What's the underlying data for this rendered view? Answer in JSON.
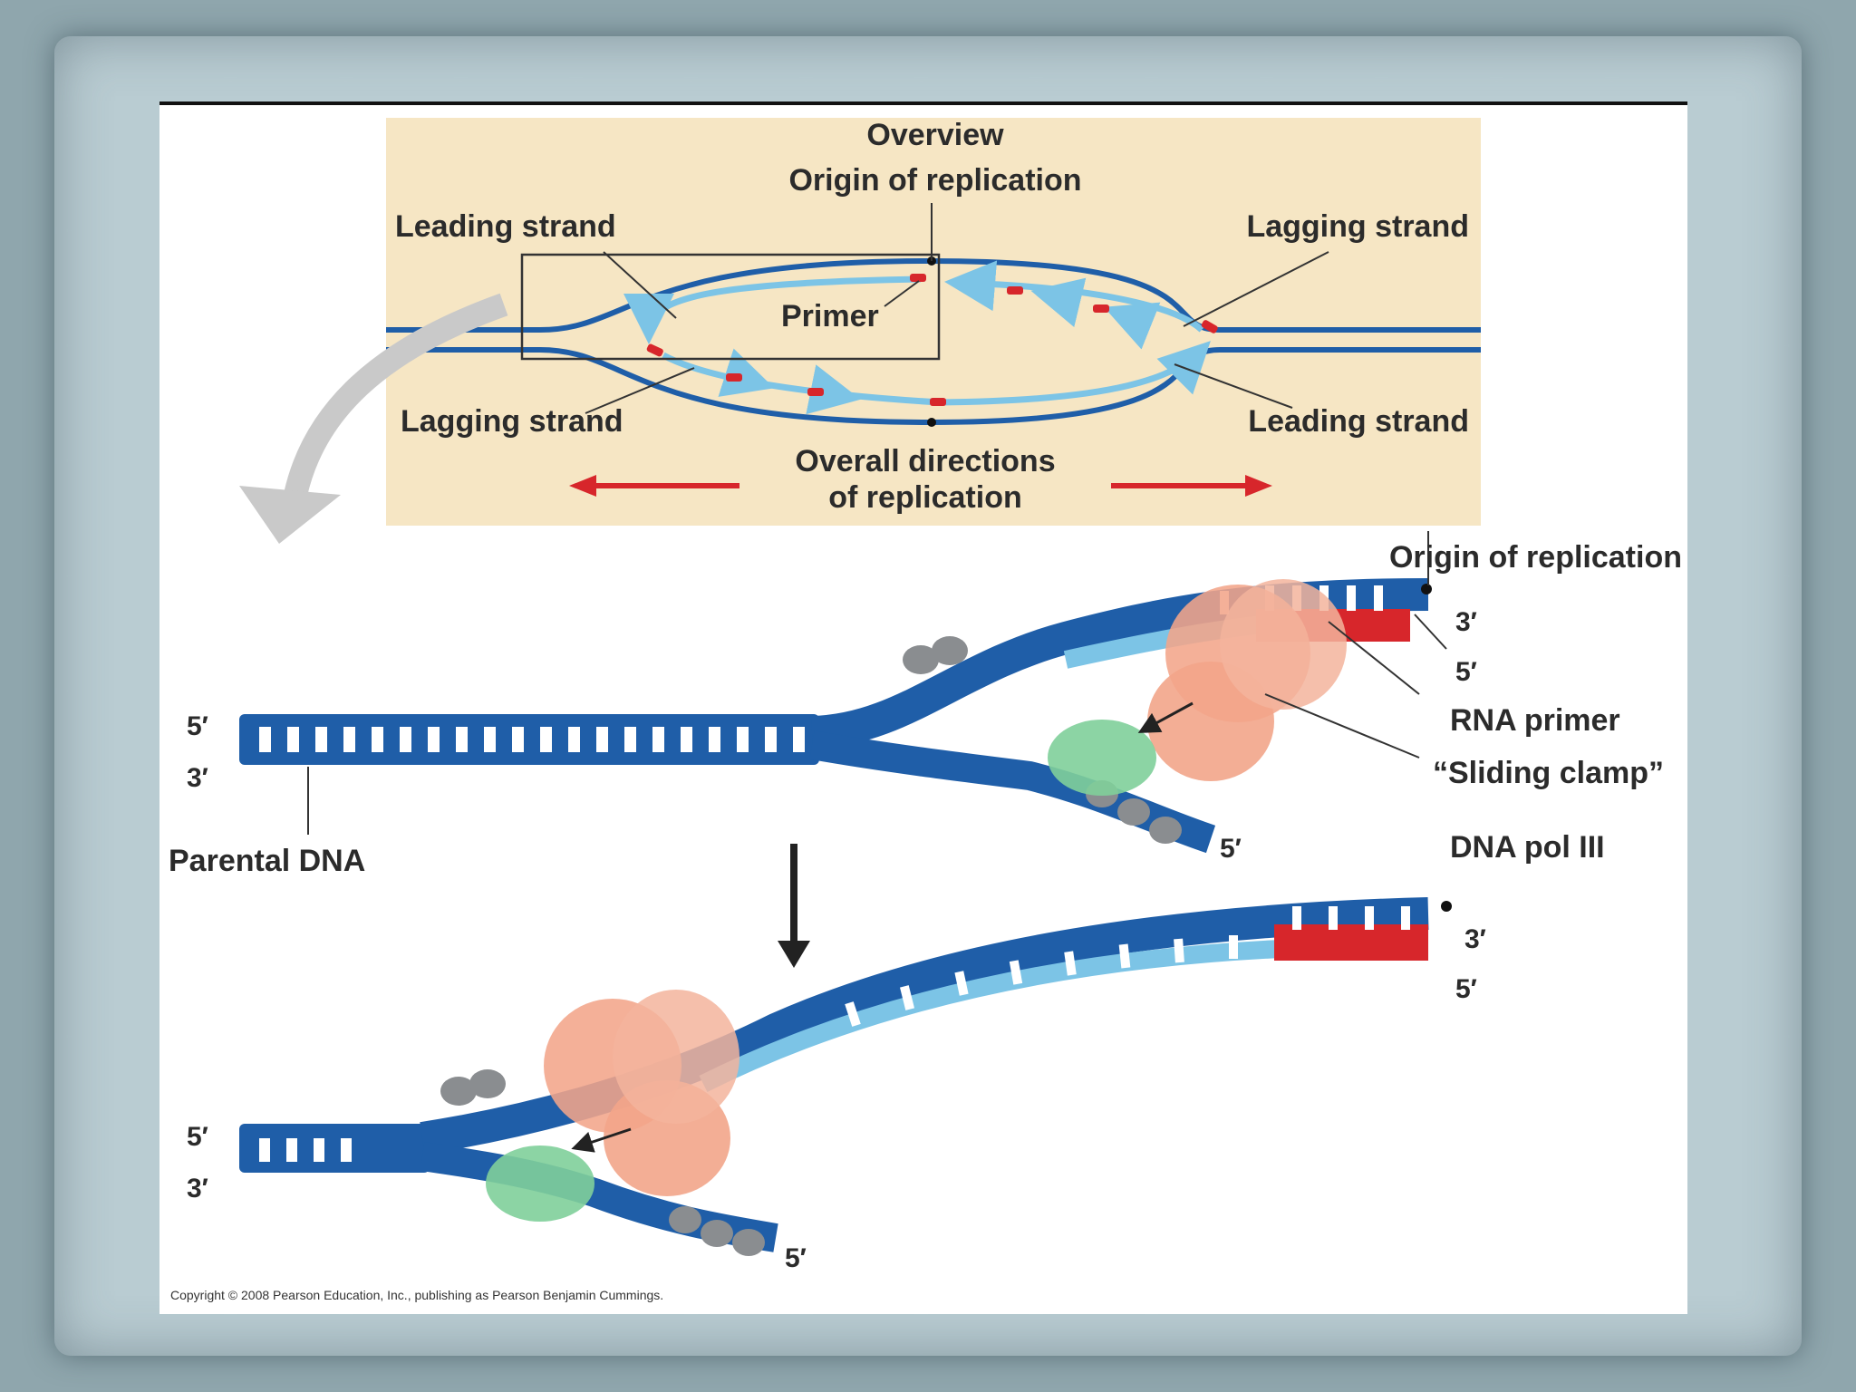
{
  "overview": {
    "title": "Overview",
    "origin_label": "Origin of replication",
    "leading_strand_top": "Leading strand",
    "lagging_strand_top": "Lagging strand",
    "primer_label": "Primer",
    "lagging_strand_bottom": "Lagging strand",
    "leading_strand_bottom": "Leading strand",
    "directions_line1": "Overall directions",
    "directions_line2": "of replication"
  },
  "detail": {
    "origin_label": "Origin of replication",
    "rna_primer_label": "RNA primer",
    "sliding_clamp_label": "“Sliding clamp”",
    "dna_pol_label": "DNA pol III",
    "parental_dna_label": "Parental DNA",
    "upper_left_5": "5′",
    "upper_left_3": "3′",
    "upper_right_3": "3′",
    "upper_right_5": "5′",
    "upper_tail_5": "5′",
    "lower_left_5": "5′",
    "lower_left_3": "3′",
    "lower_right_3": "3′",
    "lower_right_5": "5′",
    "lower_tail_5": "5′"
  },
  "copyright": "Copyright © 2008 Pearson Education, Inc., publishing as Pearson Benjamin Cummings.",
  "colors": {
    "dna_dark": "#1f5ea8",
    "dna_light": "#7cc4e6",
    "primer_red": "#d7262b",
    "clamp_salmon": "#f2a58a",
    "polymerase_green": "#7fcf9a",
    "overview_bg": "#f6e6c4"
  }
}
